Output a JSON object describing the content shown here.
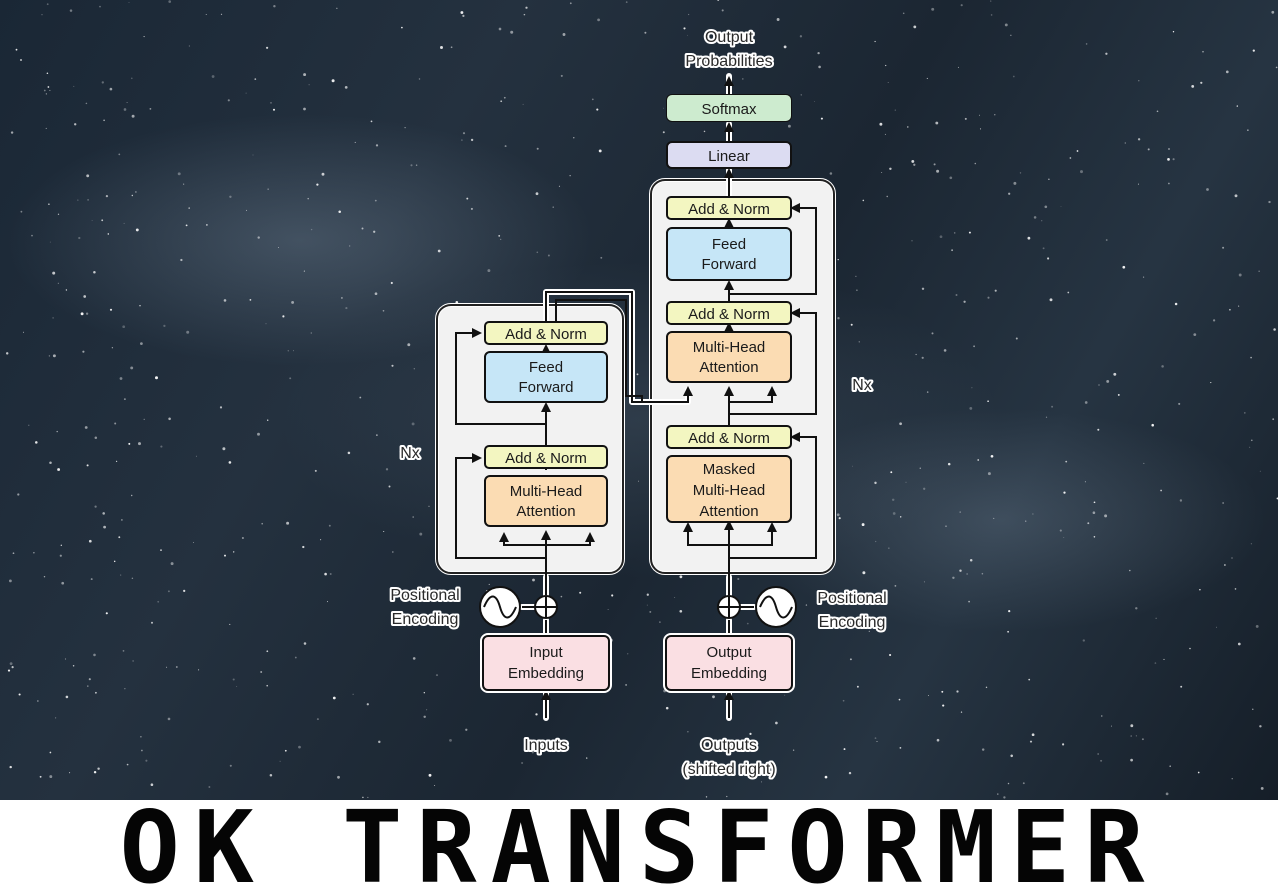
{
  "diagram": {
    "output_probabilities": [
      "Output",
      "Probabilities"
    ],
    "softmax": "Softmax",
    "linear": "Linear",
    "encoder": {
      "add_norm_top": "Add & Norm",
      "feed_forward": [
        "Feed",
        "Forward"
      ],
      "add_norm_bottom": "Add & Norm",
      "multi_head_attention": [
        "Multi-Head",
        "Attention"
      ],
      "repeat": "Nx"
    },
    "decoder": {
      "add_norm_top": "Add & Norm",
      "feed_forward": [
        "Feed",
        "Forward"
      ],
      "add_norm_mid": "Add & Norm",
      "multi_head_attention": [
        "Multi-Head",
        "Attention"
      ],
      "add_norm_bottom": "Add & Norm",
      "masked_attention": [
        "Masked",
        "Multi-Head",
        "Attention"
      ],
      "repeat": "Nx"
    },
    "input_embedding": [
      "Input",
      "Embedding"
    ],
    "output_embedding": [
      "Output",
      "Embedding"
    ],
    "positional_encoding_left": [
      "Positional",
      "Encoding"
    ],
    "positional_encoding_right": [
      "Positional",
      "Encoding"
    ],
    "inputs": "Inputs",
    "outputs": [
      "Outputs",
      "(shifted right)"
    ],
    "colors": {
      "add_norm": "#f3f6c1",
      "feed_forward": "#c6e6f7",
      "attention": "#fbdcb3",
      "embedding": "#fadfe3",
      "softmax": "#cdebcf",
      "linear": "#dcdcf2",
      "block_bg": "#f2f2f2"
    }
  },
  "caption": "OK TRANSFORMER"
}
